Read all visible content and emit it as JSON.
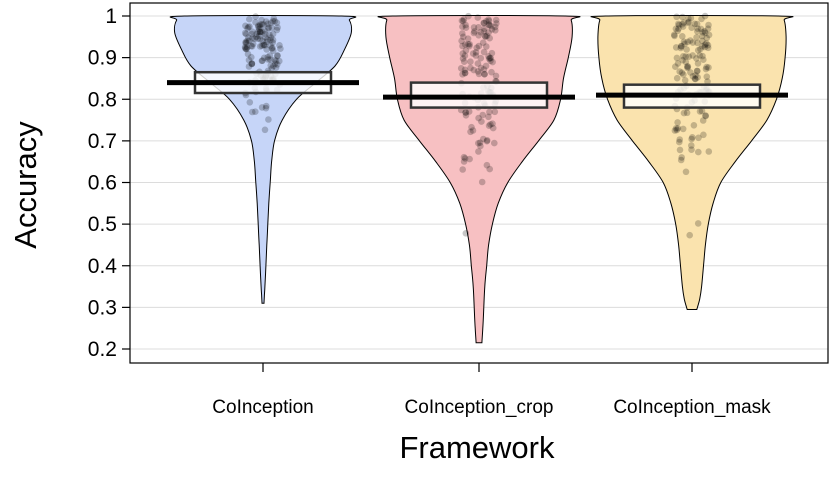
{
  "chart_data": {
    "type": "violin",
    "xlabel": "Framework",
    "ylabel": "Accuracy",
    "ylim": [
      0.2,
      1.0
    ],
    "yticks": [
      "0.2",
      "0.3",
      "0.4",
      "0.5",
      "0.6",
      "0.7",
      "0.8",
      "0.9",
      "1"
    ],
    "grid": true,
    "legend": "none",
    "categories": [
      "CoInception",
      "CoInception_crop",
      "CoInception_mask"
    ],
    "series": [
      {
        "category": "CoInception",
        "color": "#c6d5f8",
        "mean": 0.84,
        "box": [
          0.815,
          0.865
        ],
        "min": 0.31,
        "max": 1.0,
        "density": [
          [
            0.31,
            0.01
          ],
          [
            0.33,
            0.015
          ],
          [
            0.35,
            0.02
          ],
          [
            0.4,
            0.03
          ],
          [
            0.45,
            0.04
          ],
          [
            0.5,
            0.05
          ],
          [
            0.55,
            0.06
          ],
          [
            0.6,
            0.075
          ],
          [
            0.65,
            0.09
          ],
          [
            0.7,
            0.12
          ],
          [
            0.75,
            0.2
          ],
          [
            0.8,
            0.35
          ],
          [
            0.84,
            0.55
          ],
          [
            0.88,
            0.75
          ],
          [
            0.92,
            0.85
          ],
          [
            0.96,
            0.92
          ],
          [
            0.99,
            0.9
          ],
          [
            1.0,
            0.82
          ]
        ]
      },
      {
        "category": "CoInception_crop",
        "color": "#f7c0c2",
        "mean": 0.805,
        "box": [
          0.78,
          0.84
        ],
        "min": 0.215,
        "max": 1.0,
        "density": [
          [
            0.215,
            0.03
          ],
          [
            0.25,
            0.04
          ],
          [
            0.3,
            0.05
          ],
          [
            0.35,
            0.06
          ],
          [
            0.4,
            0.08
          ],
          [
            0.45,
            0.1
          ],
          [
            0.5,
            0.14
          ],
          [
            0.55,
            0.2
          ],
          [
            0.6,
            0.3
          ],
          [
            0.65,
            0.45
          ],
          [
            0.7,
            0.62
          ],
          [
            0.75,
            0.78
          ],
          [
            0.8,
            0.85
          ],
          [
            0.85,
            0.88
          ],
          [
            0.9,
            0.93
          ],
          [
            0.95,
            0.97
          ],
          [
            0.99,
            0.96
          ],
          [
            1.0,
            0.9
          ]
        ]
      },
      {
        "category": "CoInception_mask",
        "color": "#fae3ae",
        "mean": 0.81,
        "box": [
          0.78,
          0.835
        ],
        "min": 0.295,
        "max": 1.0,
        "density": [
          [
            0.295,
            0.05
          ],
          [
            0.32,
            0.08
          ],
          [
            0.35,
            0.1
          ],
          [
            0.4,
            0.12
          ],
          [
            0.45,
            0.14
          ],
          [
            0.5,
            0.17
          ],
          [
            0.55,
            0.22
          ],
          [
            0.6,
            0.3
          ],
          [
            0.65,
            0.45
          ],
          [
            0.7,
            0.62
          ],
          [
            0.75,
            0.78
          ],
          [
            0.8,
            0.88
          ],
          [
            0.85,
            0.94
          ],
          [
            0.9,
            0.97
          ],
          [
            0.95,
            0.98
          ],
          [
            0.99,
            0.96
          ],
          [
            1.0,
            0.9
          ]
        ]
      }
    ]
  }
}
